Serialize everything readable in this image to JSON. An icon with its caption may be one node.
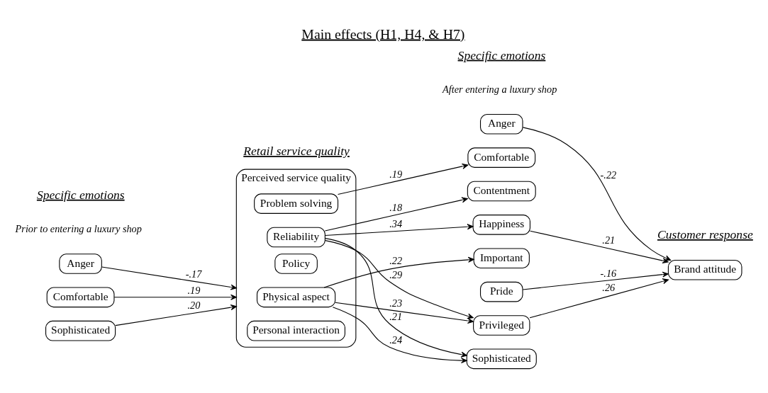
{
  "diagram": {
    "title": "Main effects (H1, H4, & H7)",
    "nodes": [
      {
        "text": [
          "Anger"
        ]
      },
      {
        "text": [
          "Comfortable"
        ]
      },
      {
        "text": [
          "Sophisticated"
        ]
      },
      {
        "text": [
          "Perceived service quality"
        ]
      },
      {
        "text": [
          "Personal interaction"
        ],
        "in": 3
      },
      {
        "text": [
          "Physical aspect"
        ],
        "in": 3
      },
      {
        "text": [
          "Policy"
        ],
        "in": 3
      },
      {
        "text": [
          "Problem solving"
        ],
        "in": 3
      },
      {
        "text": [
          "Reliability"
        ],
        "in": 3
      },
      {
        "text": [
          "Anger"
        ]
      },
      {
        "text": [
          "Comfortable"
        ]
      },
      {
        "text": [
          "Contentment"
        ]
      },
      {
        "text": [
          "Happiness"
        ]
      },
      {
        "text": [
          "Important"
        ]
      },
      {
        "text": [
          "Pride"
        ]
      },
      {
        "text": [
          "Privileged"
        ]
      },
      {
        "text": [
          "Sophisticated"
        ]
      },
      {
        "text": [
          "Brand attitude"
        ]
      }
    ],
    "edges": [
      {
        "from": 0,
        "to": 3,
        "arrow": "to",
        "label": "-.17"
      },
      {
        "from": 1,
        "to": 3,
        "arrow": "to",
        "label": ".19"
      },
      {
        "from": 2,
        "to": 3,
        "arrow": "to",
        "label": ".20"
      },
      {
        "from": 7,
        "to": 10,
        "arrow": "to",
        "label": ".19"
      },
      {
        "from": 8,
        "to": 11,
        "arrow": "to",
        "label": ".18"
      },
      {
        "from": 5,
        "to": 13,
        "arrow": "to",
        "label": ".22"
      },
      {
        "from": 8,
        "to": 12,
        "arrow": "to",
        "label": ".34"
      },
      {
        "from": 5,
        "to": 16,
        "arrow": "to",
        "label": ".24"
      },
      {
        "from": 5,
        "to": 15,
        "arrow": "to",
        "label": ".23"
      },
      {
        "from": 8,
        "to": 15,
        "arrow": "to",
        "label": ".29"
      },
      {
        "from": 8,
        "to": 16,
        "arrow": "to",
        "label": ".21"
      },
      {
        "from": 9,
        "to": 17,
        "arrow": "to",
        "label": "-.22"
      },
      {
        "from": 12,
        "to": 17,
        "arrow": "to",
        "label": ".21"
      },
      {
        "from": 14,
        "to": 17,
        "arrow": "to",
        "label": "-.16"
      },
      {
        "from": 15,
        "to": 17,
        "arrow": "to",
        "label": ".26"
      }
    ],
    "labels": [
      "Specific emotions",
      "Prior to entering a luxury shop",
      "Retail service quality",
      "Specific emotions",
      "After entering a luxury shop",
      "Customer response"
    ]
  }
}
